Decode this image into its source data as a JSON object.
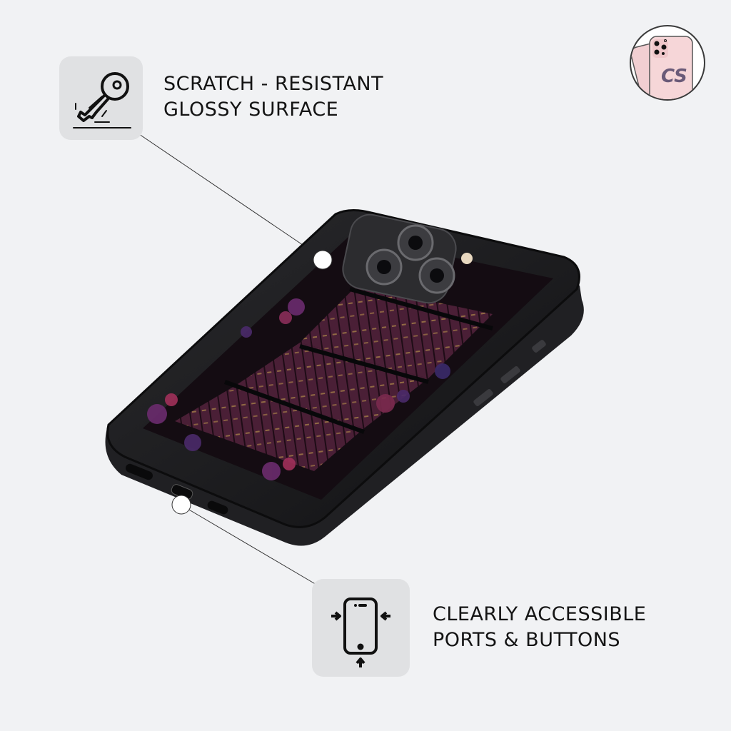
{
  "features": [
    {
      "id": "scratch",
      "icon": "key-icon",
      "lines": [
        "SCRATCH - RESISTANT",
        "GLOSSY SURFACE"
      ]
    },
    {
      "id": "ports",
      "icon": "phone-ports-icon",
      "lines": [
        "CLEARLY ACCESSIBLE",
        "PORTS & BUTTONS"
      ]
    }
  ],
  "brand": {
    "logo_text": "CS",
    "badge_color": "#f6d6d8"
  },
  "product": {
    "name": "Phone case",
    "design": "Dark floral library bookshelf",
    "colors": {
      "case": "#1a1a1c",
      "books": "#4a1f36",
      "flowers": "#6b2c6e",
      "background": "#f1f2f4",
      "icon_box": "#e0e1e3"
    }
  }
}
